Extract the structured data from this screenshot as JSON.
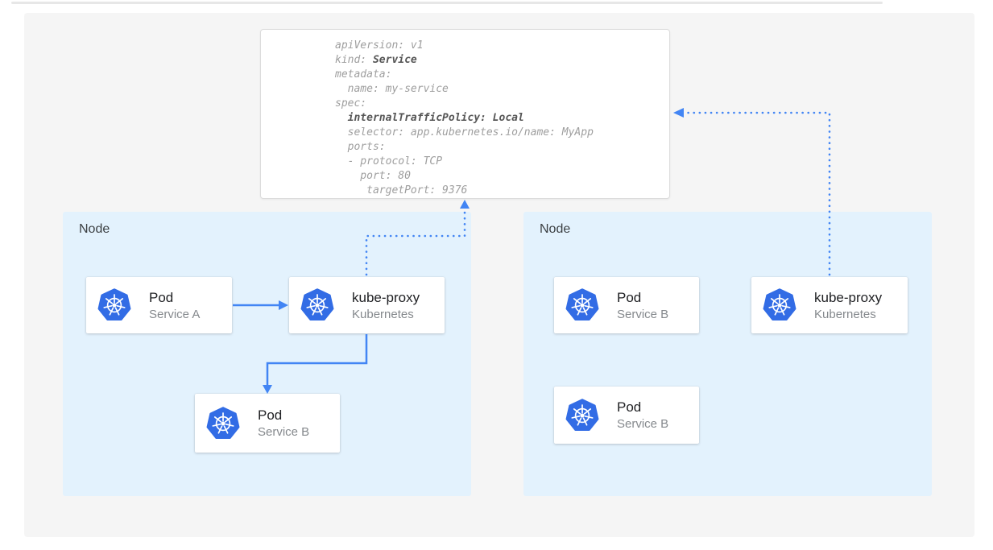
{
  "colors": {
    "arrow": "#4285f4",
    "node_background": "#e3f2fd",
    "panel_background": "#f5f5f5",
    "kubernetes_blue": "#326ce5",
    "yaml_text": "#9e9e9e",
    "yaml_bold_text": "#555555"
  },
  "yaml_config": {
    "lines": [
      [
        {
          "text": "apiVersion: v1",
          "bold": false
        }
      ],
      [
        {
          "text": "kind: ",
          "bold": false
        },
        {
          "text": "Service",
          "bold": true
        }
      ],
      [
        {
          "text": "metadata:",
          "bold": false
        }
      ],
      [
        {
          "text": "  name: my-service",
          "bold": false
        }
      ],
      [
        {
          "text": "spec:",
          "bold": false
        }
      ],
      [
        {
          "text": "  ",
          "bold": false
        },
        {
          "text": "internalTrafficPolicy: Local",
          "bold": true
        }
      ],
      [
        {
          "text": "  selector: app.kubernetes.io/name: MyApp",
          "bold": false
        }
      ],
      [
        {
          "text": "  ports:",
          "bold": false
        }
      ],
      [
        {
          "text": "  - protocol: TCP",
          "bold": false
        }
      ],
      [
        {
          "text": "    port: 80",
          "bold": false
        }
      ],
      [
        {
          "text": "     targetPort: 9376",
          "bold": false
        }
      ]
    ]
  },
  "nodes": [
    {
      "label": "Node",
      "cards": [
        {
          "title": "Pod",
          "subtitle": "Service A"
        },
        {
          "title": "kube-proxy",
          "subtitle": "Kubernetes"
        },
        {
          "title": "Pod",
          "subtitle": "Service B"
        }
      ]
    },
    {
      "label": "Node",
      "cards": [
        {
          "title": "Pod",
          "subtitle": "Service B"
        },
        {
          "title": "kube-proxy",
          "subtitle": "Kubernetes"
        },
        {
          "title": "Pod",
          "subtitle": "Service B"
        }
      ]
    }
  ]
}
